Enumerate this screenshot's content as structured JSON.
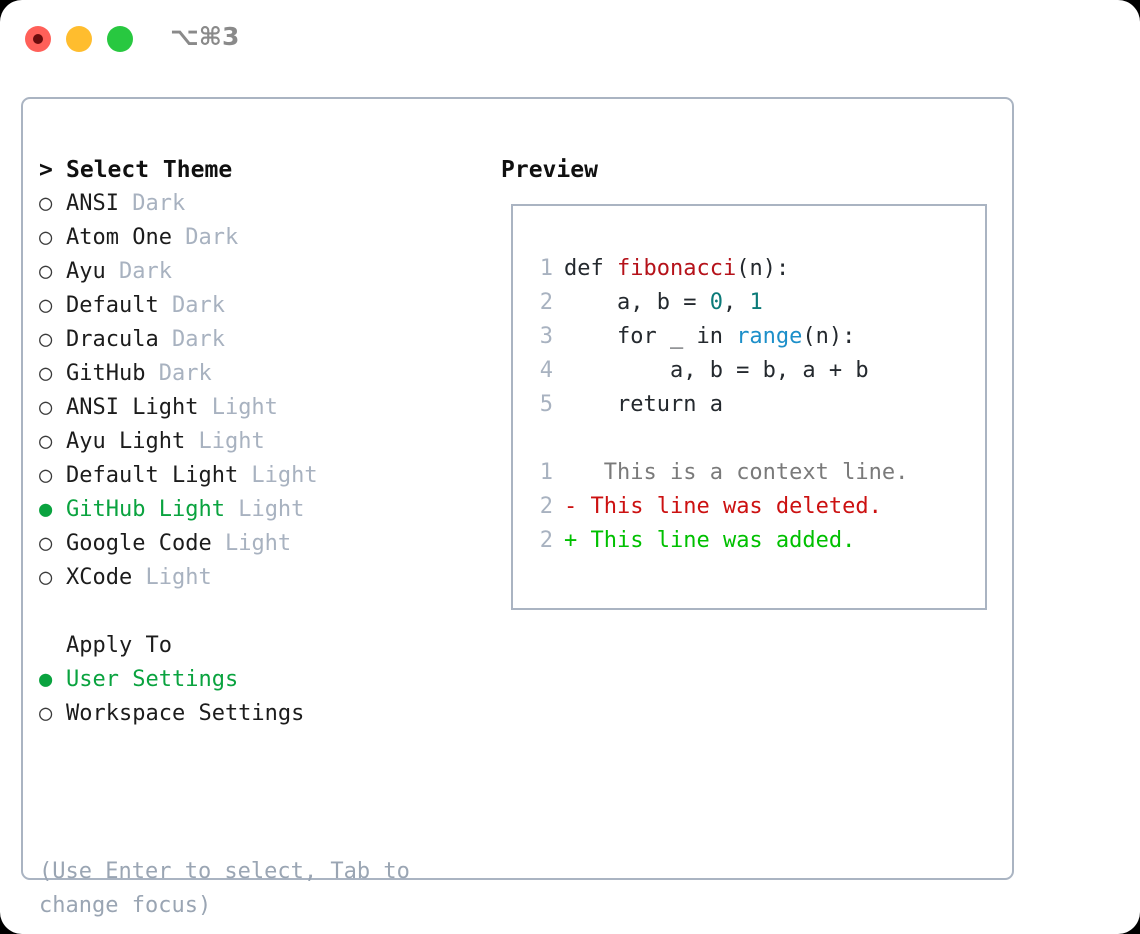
{
  "titlebar": {
    "shortcut": "⌥⌘3",
    "dots": [
      {
        "name": "close",
        "color": "#ff6059"
      },
      {
        "name": "minimize",
        "color": "#ffbd2e"
      },
      {
        "name": "zoom",
        "color": "#28c840"
      }
    ]
  },
  "theme_picker": {
    "header": "Select Theme",
    "caret": ">",
    "bullet_unselected": "○",
    "bullet_selected": "●",
    "accent_color": "#0aa33f",
    "badge_color": "#a8b2c0",
    "items": [
      {
        "label": "ANSI",
        "badge": "Dark",
        "selected": false
      },
      {
        "label": "Atom One",
        "badge": "Dark",
        "selected": false
      },
      {
        "label": "Ayu",
        "badge": "Dark",
        "selected": false
      },
      {
        "label": "Default",
        "badge": "Dark",
        "selected": false
      },
      {
        "label": "Dracula",
        "badge": "Dark",
        "selected": false
      },
      {
        "label": "GitHub",
        "badge": "Dark",
        "selected": false
      },
      {
        "label": "ANSI Light",
        "badge": "Light",
        "selected": false
      },
      {
        "label": "Ayu Light",
        "badge": "Light",
        "selected": false
      },
      {
        "label": "Default Light",
        "badge": "Light",
        "selected": false
      },
      {
        "label": "GitHub Light",
        "badge": "Light",
        "selected": true
      },
      {
        "label": "Google Code",
        "badge": "Light",
        "selected": false
      },
      {
        "label": "XCode",
        "badge": "Light",
        "selected": false
      }
    ]
  },
  "apply_to": {
    "header": "Apply To",
    "items": [
      {
        "label": "User Settings",
        "selected": true
      },
      {
        "label": "Workspace Settings",
        "selected": false
      }
    ]
  },
  "hint": "(Use Enter to select, Tab to change focus)",
  "preview": {
    "title": "Preview",
    "code_lines": [
      {
        "number": "1",
        "tokens": [
          {
            "text": "def ",
            "type": "plain"
          },
          {
            "text": "fibonacci",
            "type": "fn"
          },
          {
            "text": "(n):",
            "type": "plain"
          }
        ]
      },
      {
        "number": "2",
        "tokens": [
          {
            "text": "    a, b = ",
            "type": "plain"
          },
          {
            "text": "0",
            "type": "num"
          },
          {
            "text": ", ",
            "type": "plain"
          },
          {
            "text": "1",
            "type": "num"
          }
        ]
      },
      {
        "number": "3",
        "tokens": [
          {
            "text": "    for _ in ",
            "type": "plain"
          },
          {
            "text": "range",
            "type": "builtin"
          },
          {
            "text": "(n):",
            "type": "plain"
          }
        ]
      },
      {
        "number": "4",
        "tokens": [
          {
            "text": "        a, b = b, a + b",
            "type": "plain"
          }
        ]
      },
      {
        "number": "5",
        "tokens": [
          {
            "text": "    return a",
            "type": "plain"
          }
        ]
      }
    ],
    "diff_lines": [
      {
        "number": "1",
        "marker": " ",
        "text": "  This is a context line.",
        "kind": "ctx"
      },
      {
        "number": "2",
        "marker": "-",
        "text": " This line was deleted.",
        "kind": "del"
      },
      {
        "number": "2",
        "marker": "+",
        "text": " This line was added.",
        "kind": "add"
      }
    ],
    "colors": {
      "function": "#b5121a",
      "builtin": "#1c8fc9",
      "number": "#0b7a78",
      "context": "#7a7a7a",
      "deleted": "#cc1111",
      "added": "#00c000",
      "line_number": "#a8b2c0"
    }
  }
}
